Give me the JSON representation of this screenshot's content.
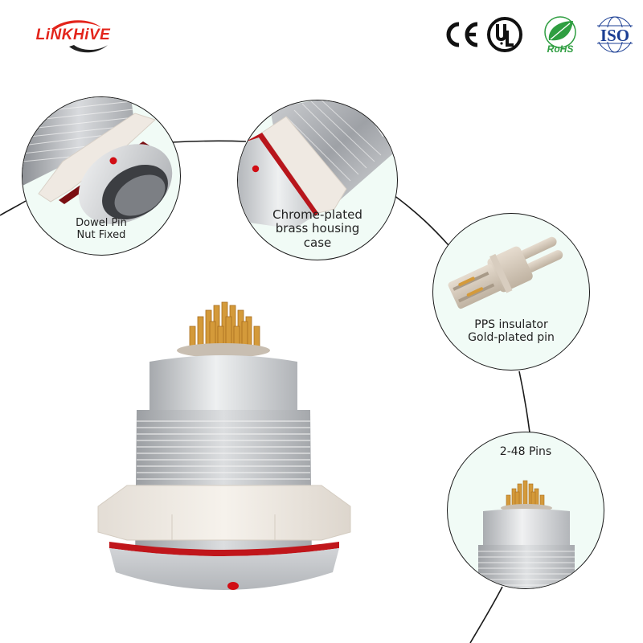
{
  "brand": {
    "name": "LiNKHiVE",
    "primary_color": "#e3241b",
    "swoosh_dark": "#222222"
  },
  "certifications": [
    {
      "id": "ce",
      "label": "CE",
      "color": "#111111"
    },
    {
      "id": "ul",
      "label": "UL",
      "color": "#111111"
    },
    {
      "id": "rohs",
      "label": "RoHS",
      "color": "#2f9e41"
    },
    {
      "id": "iso",
      "label": "ISO",
      "color": "#1c3f94"
    }
  ],
  "callouts": [
    {
      "id": "dowel-pin",
      "lines": [
        "Dowel Pin",
        "Nut Fixed"
      ]
    },
    {
      "id": "housing",
      "lines": [
        "Chrome-plated",
        "brass housing",
        "case"
      ]
    },
    {
      "id": "insulator",
      "lines": [
        "PPS insulator",
        "Gold-plated pin"
      ]
    },
    {
      "id": "pins",
      "lines": [
        "2-48 Pins"
      ]
    }
  ],
  "colors": {
    "callout_bg": "#f1fbf6",
    "line": "#1a1a1a",
    "metal_light": "#e6e7e9",
    "metal_dark": "#9a9da2",
    "gold": "#d49a3a",
    "seal_red": "#c0161b",
    "nut_cream": "#efe9e2",
    "insulator_beige": "#cfc3b3"
  }
}
